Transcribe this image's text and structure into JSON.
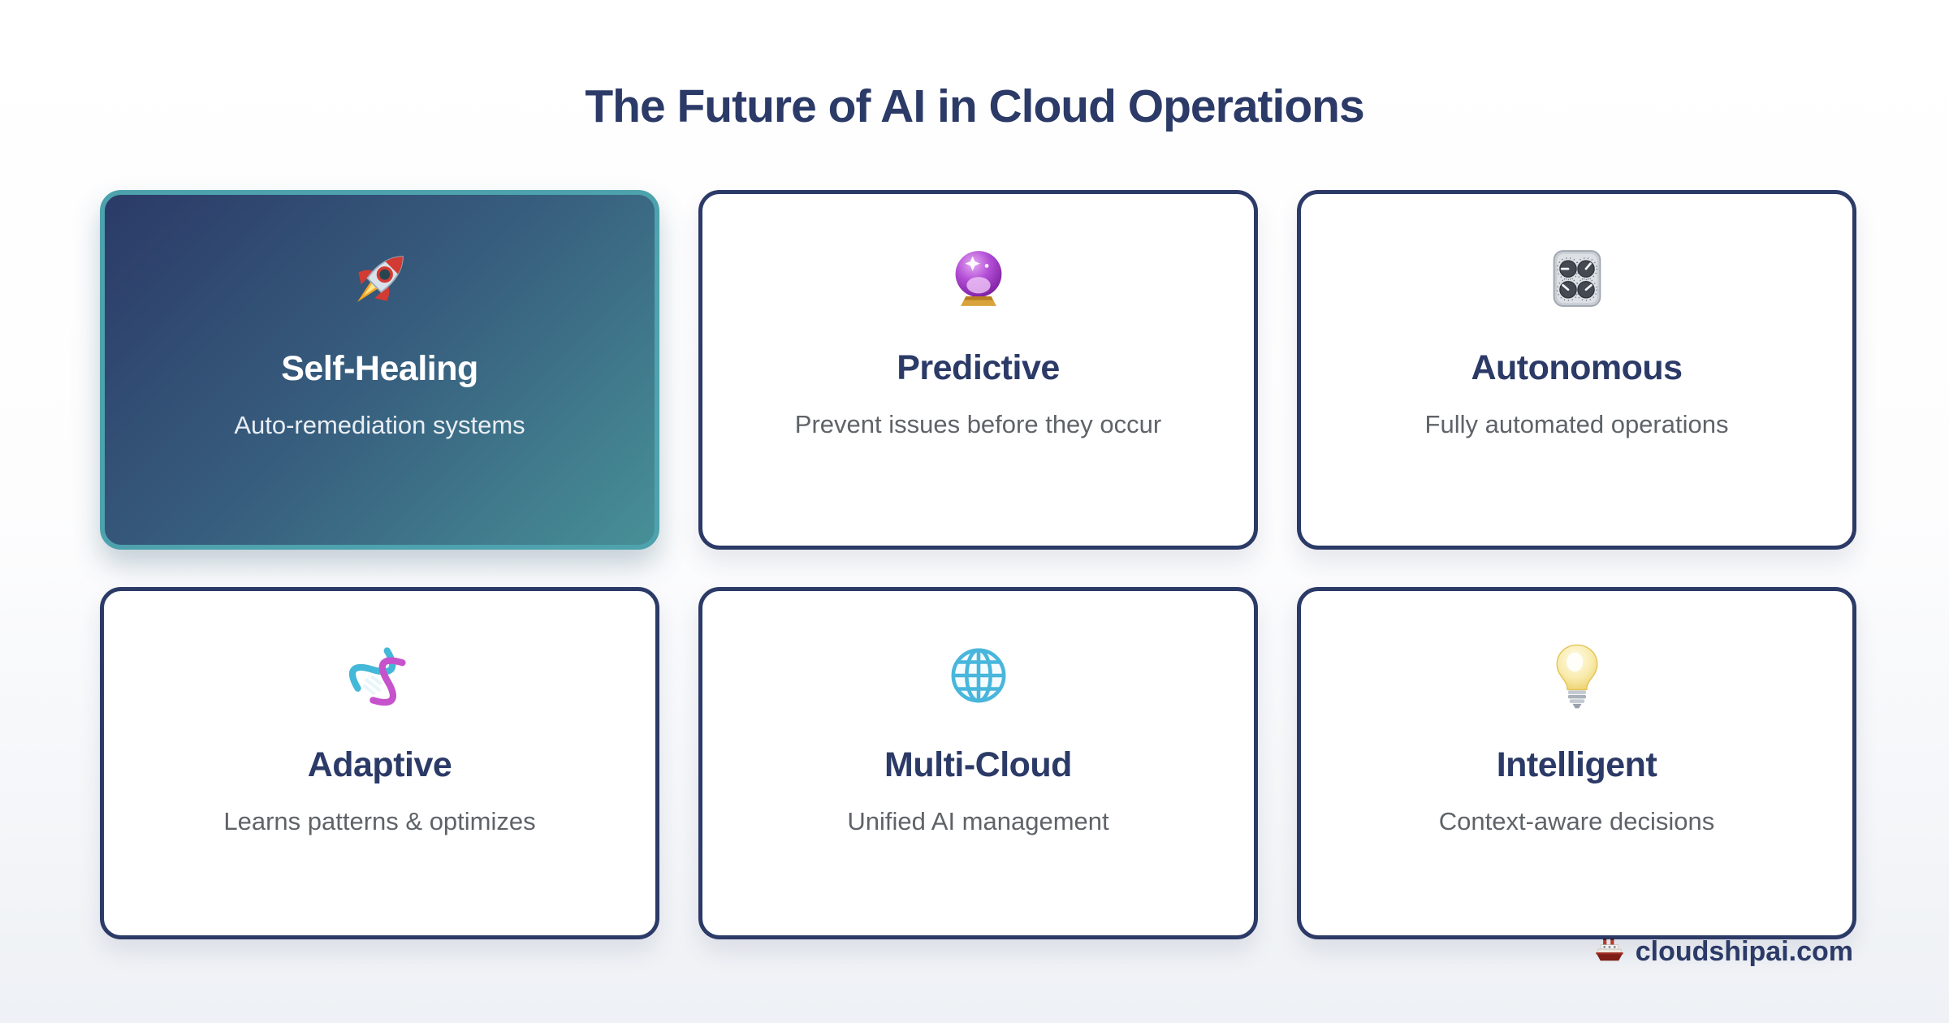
{
  "header": {
    "title": "The Future of AI in Cloud Operations"
  },
  "cards": [
    {
      "icon": "rocket",
      "title": "Self-Healing",
      "description": "Auto-remediation systems",
      "highlighted": true
    },
    {
      "icon": "crystal-ball",
      "title": "Predictive",
      "description": "Prevent issues before they occur",
      "highlighted": false
    },
    {
      "icon": "control-knobs",
      "title": "Autonomous",
      "description": "Fully automated operations",
      "highlighted": false
    },
    {
      "icon": "dna",
      "title": "Adaptive",
      "description": "Learns patterns & optimizes",
      "highlighted": false
    },
    {
      "icon": "globe",
      "title": "Multi-Cloud",
      "description": "Unified AI management",
      "highlighted": false
    },
    {
      "icon": "light-bulb",
      "title": "Intelligent",
      "description": "Context-aware decisions",
      "highlighted": false
    }
  ],
  "watermark": {
    "icon": "ship",
    "text": "cloudshipai.com"
  },
  "colors": {
    "navy": "#2b3a67",
    "teal_border": "#4da2ad",
    "highlight_gradient_start": "#2b3a67",
    "highlight_gradient_end": "#479097",
    "subtitle_gray": "#5f6368",
    "card_background": "#ffffff",
    "page_background_bottom": "#eef1f5"
  }
}
